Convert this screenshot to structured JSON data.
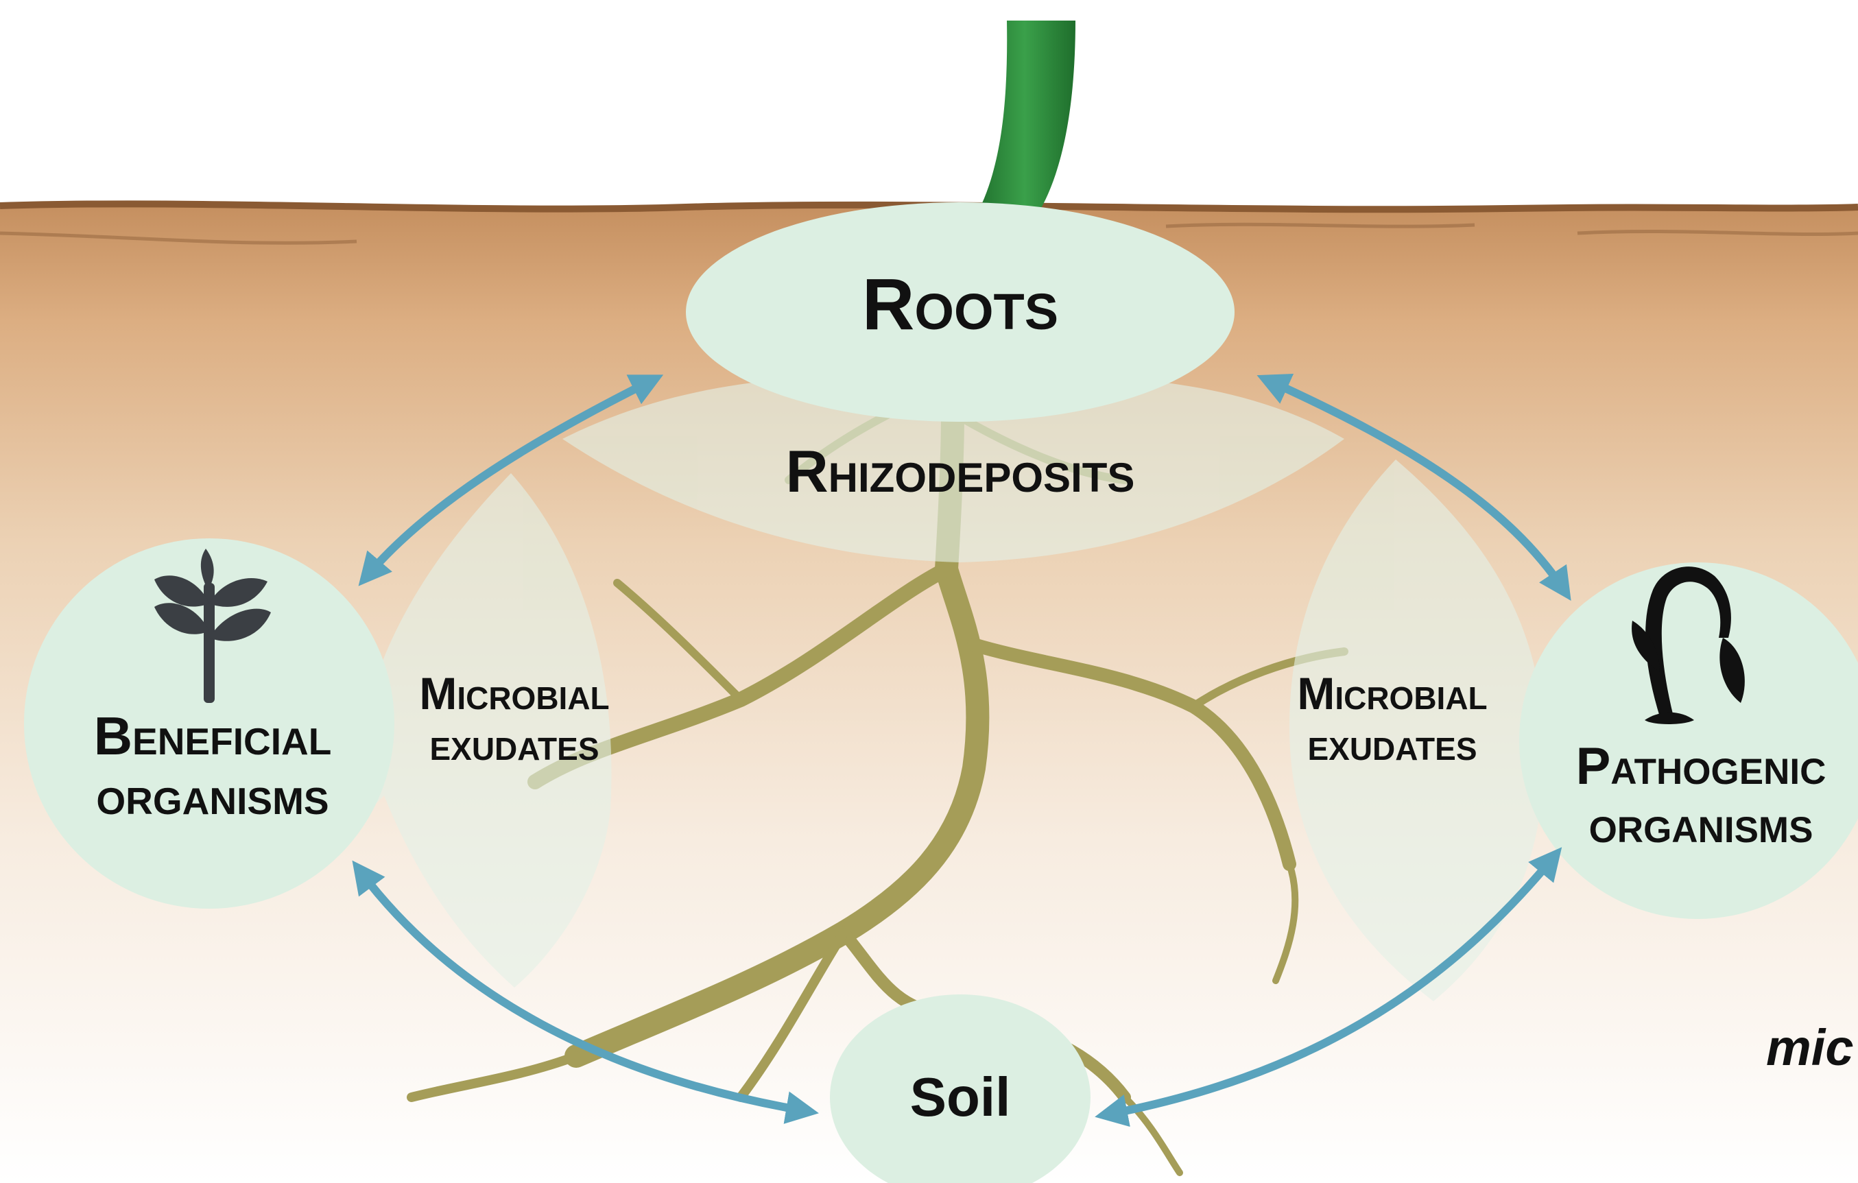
{
  "labels": {
    "roots": "Roots",
    "rhizodeposits": "Rhizodeposits",
    "soil": "Soil",
    "beneficial": [
      "Beneficial",
      "organisms"
    ],
    "pathogenic": [
      "Pathogenic",
      "organisms"
    ],
    "exudates_left": [
      "Microbial",
      "exudates"
    ],
    "exudates_right": [
      "Microbial",
      "exudates"
    ],
    "edge_fragment": "mic"
  },
  "icons": {
    "beneficial": "sprouting-plant-icon",
    "pathogenic": "wilting-plant-icon"
  },
  "colors": {
    "node_fill": "#dcefe2",
    "arrow": "#5aa3bd",
    "stem": "#2e8a3c",
    "roots": "#a59d58",
    "soil": "#e0b98f",
    "text": "#111111"
  }
}
